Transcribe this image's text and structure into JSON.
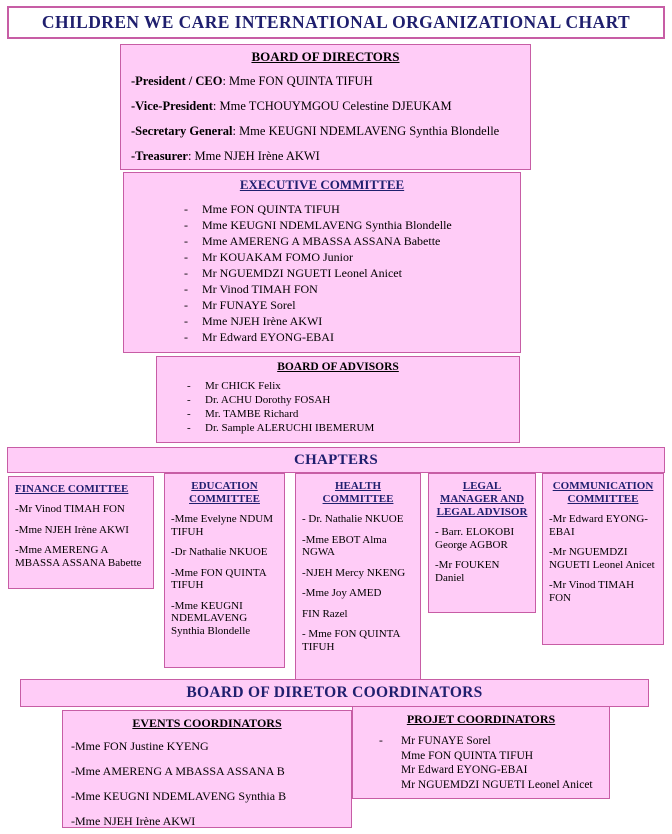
{
  "colors": {
    "box_fill": "#ffccf7",
    "border": "#c75da5",
    "heading_navy": "#1f1f6e",
    "text": "#000000"
  },
  "title": "CHILDREN WE CARE INTERNATIONAL ORGANIZATIONAL CHART",
  "board_of_directors": {
    "heading": "BOARD OF DIRECTORS",
    "members": [
      {
        "role": "-President / CEO",
        "rest": ": Mme FON QUINTA TIFUH"
      },
      {
        "role": "-Vice-President",
        "rest": ": Mme TCHOUYMGOU Celestine DJEUKAM"
      },
      {
        "role": "-Secretary General",
        "rest": ": Mme KEUGNI NDEMLAVENG Synthia Blondelle"
      },
      {
        "role": "-Treasurer",
        "rest": ": Mme NJEH Irène AKWI"
      }
    ]
  },
  "executive_committee": {
    "heading": "EXECUTIVE COMMITTEE",
    "members": [
      "-\tMme FON QUINTA TIFUH",
      "-\tMme KEUGNI NDEMLAVENG Synthia Blondelle",
      "-\tMme AMERENG A MBASSA ASSANA Babette",
      "-\tMr KOUAKAM FOMO Junior",
      "-\tMr NGUEMDZI NGUETI Leonel Anicet",
      "-\tMr Vinod TIMAH FON",
      "-\tMr FUNAYE Sorel",
      "-\tMme NJEH Irène AKWI",
      "-\tMr Edward EYONG-EBAI"
    ]
  },
  "board_of_advisors": {
    "heading": "BOARD OF ADVISORS",
    "members": [
      "-\tMr CHICK Felix",
      "-\tDr. ACHU Dorothy FOSAH",
      "-\tMr. TAMBE Richard",
      "-\tDr. Sample ALERUCHI IBEMERUM"
    ]
  },
  "chapters": {
    "heading": "CHAPTERS",
    "committees": [
      {
        "heading": "FINANCE COMITTEE",
        "members": [
          "-Mr Vinod TIMAH FON",
          "-Mme NJEH Irène AKWI",
          "-Mme AMERENG A MBASSA ASSANA Babette"
        ]
      },
      {
        "heading": "EDUCATION COMMITTEE",
        "members": [
          "-Mme Evelyne NDUM TIFUH",
          "-Dr Nathalie NKUOE",
          "-Mme FON QUINTA TIFUH",
          "-Mme KEUGNI NDEMLAVENG Synthia Blondelle"
        ]
      },
      {
        "heading": "HEALTH COMMITTEE",
        "members": [
          "- Dr. Nathalie NKUOE",
          "-Mme EBOT Alma NGWA",
          "-NJEH Mercy NKENG",
          "-Mme Joy AMED",
          "FIN Razel",
          "- Mme FON QUINTA TIFUH"
        ]
      },
      {
        "heading": "LEGAL MANAGER AND LEGAL ADVISOR",
        "members": [
          "- Barr. ELOKOBI George AGBOR",
          "-Mr FOUKEN Daniel"
        ]
      },
      {
        "heading": "COMMUNICATION COMMITTEE",
        "members": [
          "-Mr Edward EYONG-EBAI",
          "-Mr NGUEMDZI NGUETI Leonel Anicet",
          "-Mr Vinod TIMAH FON"
        ]
      }
    ]
  },
  "board_of_director_coordinators": {
    "heading": "BOARD OF DIRETOR COORDINATORS",
    "events": {
      "heading": "EVENTS COORDINATORS",
      "members": [
        "-Mme FON Justine KYENG",
        "-Mme AMERENG A MBASSA ASSANA B",
        "-Mme KEUGNI NDEMLAVENG Synthia B",
        "-Mme NJEH Irène AKWI"
      ]
    },
    "projet": {
      "heading": "PROJET COORDINATORS",
      "members": [
        "-\tMr FUNAYE Sorel",
        "Mme FON QUINTA TIFUH",
        "Mr Edward EYONG-EBAI",
        "Mr NGUEMDZI NGUETI Leonel Anicet"
      ]
    }
  }
}
